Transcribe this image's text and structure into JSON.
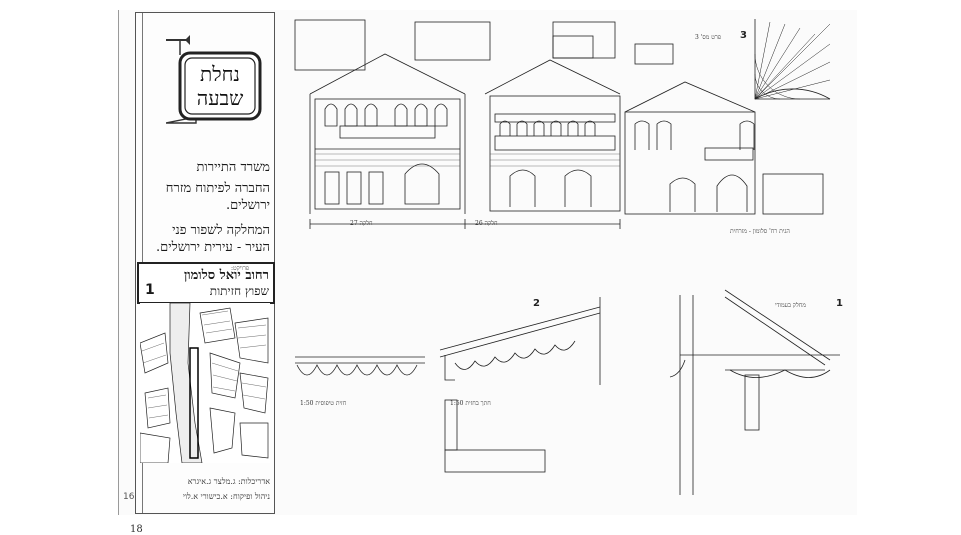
{
  "sign": {
    "line1": "נחלת",
    "line2": "שבעה"
  },
  "sidebar": {
    "ministry": "משרד התיירות",
    "company": "החברה לפיתוח מזרח ירושלים.",
    "department": "המחלקה לשפור פני העיר - עירית ירושלים.",
    "project_label": "פרויקט:",
    "project_title": "רחוב יואל סלומון",
    "project_number": "1",
    "project_subtitle": "שפוץ חזיתות",
    "credit_architects": "אדריכלות: ג.מלצר ג.איגרא",
    "credit_management": "ניהול ופיקוח: א.כישורי א.לוי"
  },
  "elevation_labels": {
    "lot_left": "חלקה 27",
    "lot_mid": "חלקה 26",
    "street": "הגית רח' סלומון - מזרחית"
  },
  "detail_labels": {
    "detail_1": "1",
    "detail_1_title": "מחלק בעמודי",
    "detail_2": "2",
    "detail_3": "3",
    "detail_3_title": "פרט מס' 3",
    "section_a": "חזית טיפוסית 1:50",
    "section_b": "חתך בחזית 1:50"
  },
  "footer": {
    "page_number": "18",
    "corner_mark": "16"
  }
}
